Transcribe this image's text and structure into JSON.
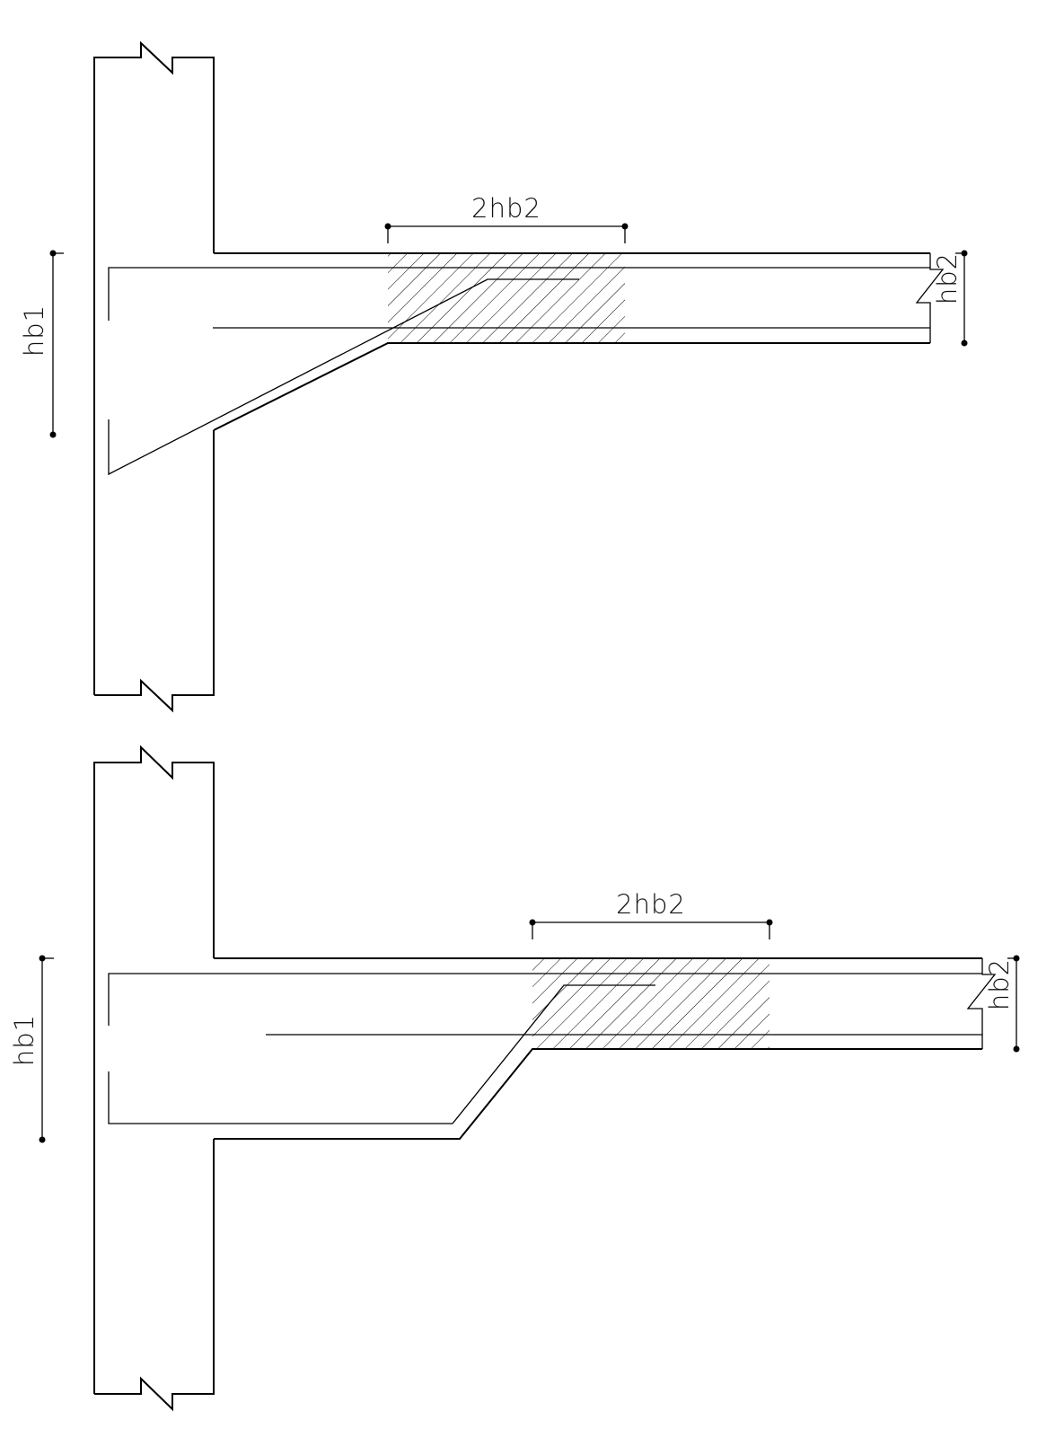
{
  "diagrams": [
    {
      "id": "top",
      "description": "Beam-column joint with inclined haunch rebar (sloped beam soffit)",
      "labels": {
        "horizontal_dim": "2hb2",
        "column_dim": "hb1",
        "beam_dim": "hb2"
      }
    },
    {
      "id": "bottom",
      "description": "Beam-column joint with cranked rebar (stepped beam soffit)",
      "labels": {
        "horizontal_dim": "2hb2",
        "column_dim": "hb1",
        "beam_dim": "hb2"
      }
    }
  ],
  "colors": {
    "line": "#000000",
    "background": "#ffffff"
  }
}
